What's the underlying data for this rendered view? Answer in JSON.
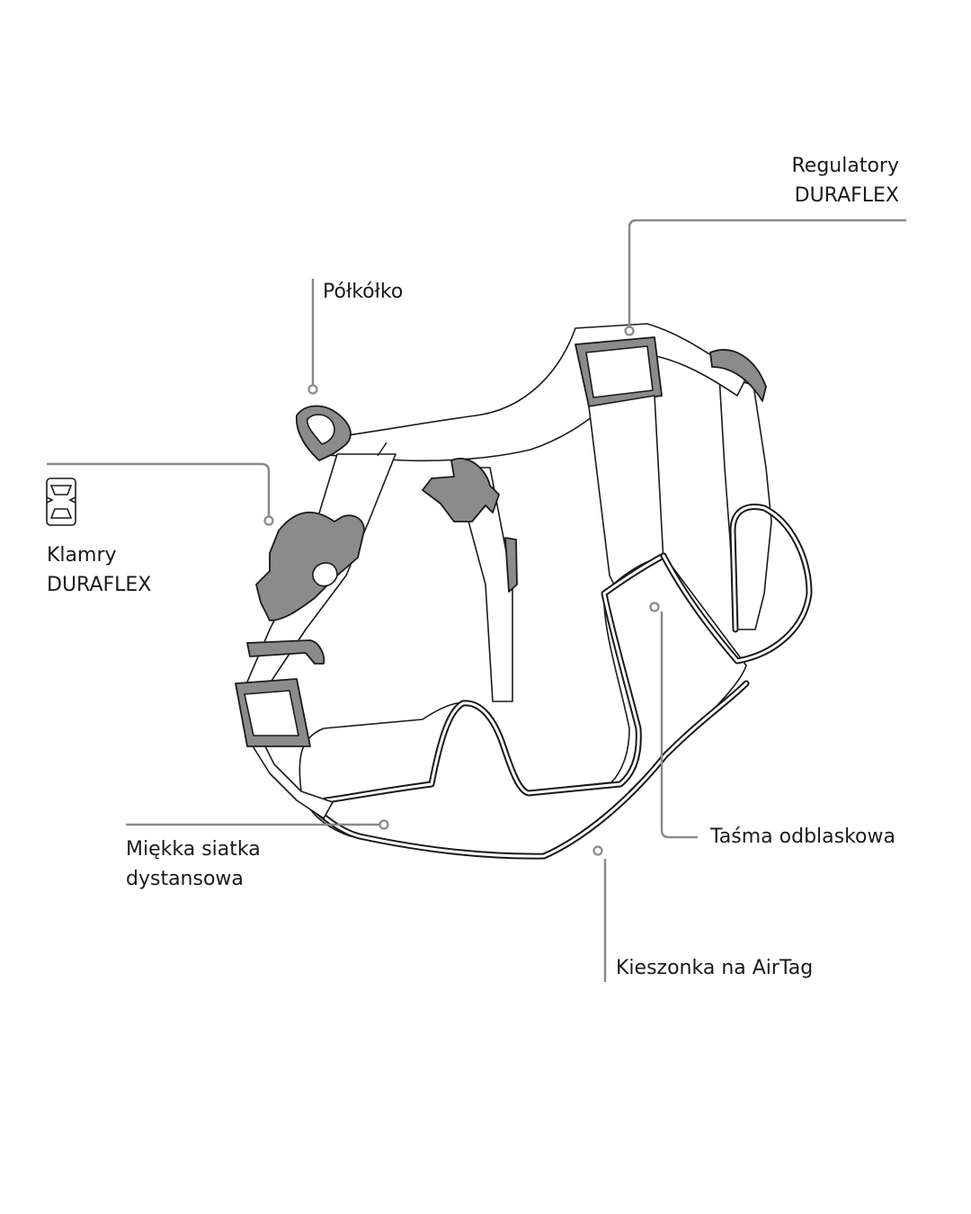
{
  "callouts": {
    "regulators": {
      "line1": "Regulatory",
      "line2": "DURAFLEX"
    },
    "d_ring": {
      "line1": "Półkółko"
    },
    "buckles": {
      "line1": "Klamry",
      "line2": "DURAFLEX",
      "icon": "buckle-icon"
    },
    "mesh": {
      "line1": "Miękka siatka",
      "line2": "dystansowa"
    },
    "reflective": {
      "line1": "Taśma odblaskowa"
    },
    "airtag": {
      "line1": "Kieszonka na AirTag"
    }
  },
  "colors": {
    "background": "#ffffff",
    "text": "#1a1a1a",
    "leader_line": "#8a8a8a",
    "hardware": "#8b8b8b",
    "outline": "#1a1a1a"
  }
}
